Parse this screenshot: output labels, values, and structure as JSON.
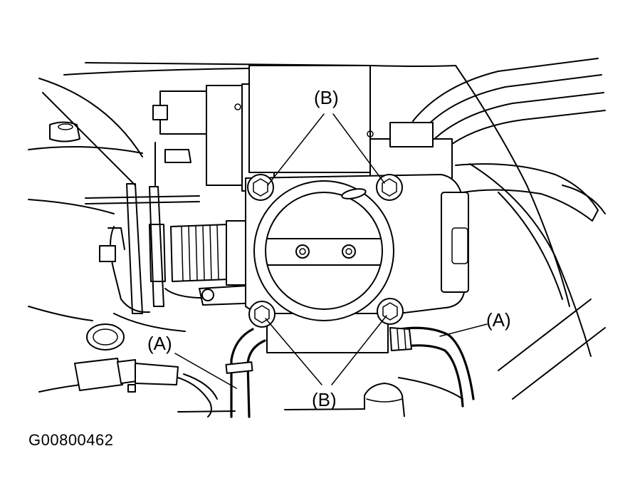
{
  "labels": {
    "b_top": "(B)",
    "b_bottom": "(B)",
    "a_left": "(A)",
    "a_right": "(A)"
  },
  "figure_id": "G00800462"
}
